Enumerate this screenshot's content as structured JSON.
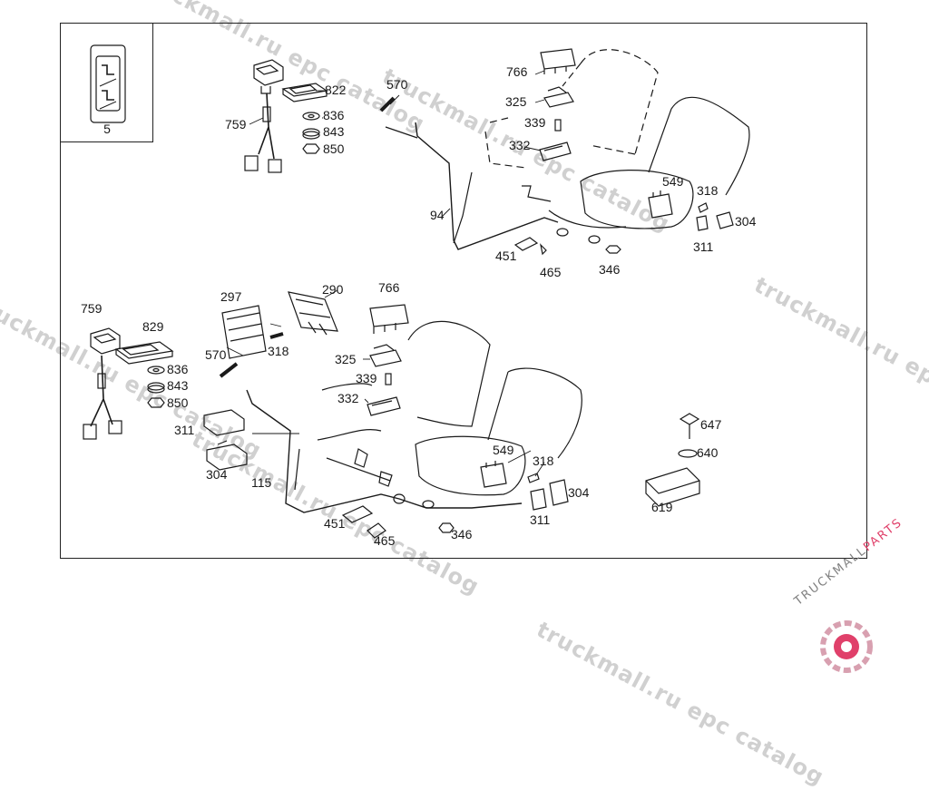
{
  "watermarks": [
    "truckmall.ru epc catalog",
    "truckmall.ru epc catalog",
    "truckmall.ru epc catalog",
    "truckmall.ru epc catalog",
    "truckmall.ru epc catalog",
    "truckmall.ru epc"
  ],
  "inset": {
    "label": "5"
  },
  "callouts_upper": [
    "759",
    "822",
    "836",
    "843",
    "850",
    "570",
    "766",
    "325",
    "339",
    "332",
    "94",
    "451",
    "465",
    "346",
    "549",
    "318",
    "304",
    "311"
  ],
  "callouts_lower": [
    "759",
    "829",
    "836",
    "843",
    "850",
    "297",
    "290",
    "318",
    "570",
    "766",
    "325",
    "339",
    "332",
    "311",
    "304",
    "115",
    "451",
    "465",
    "346",
    "549",
    "318",
    "304",
    "311",
    "647",
    "640",
    "619"
  ],
  "logo": {
    "text_main": "TRUCKMALL",
    "text_accent": "PARTS",
    "accent_color": "#e0406a",
    "ring_color": "#d8a0b0"
  },
  "colors": {
    "line": "#1a1a1a",
    "watermark": "#d0d0d0"
  }
}
